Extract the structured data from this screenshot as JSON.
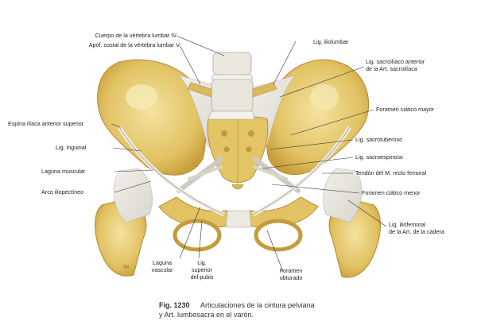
{
  "labels": {
    "vertebra_body": "Cuerpo de la vértebra lumbar IV",
    "costal_process": "Apóf. costal de la vértebra lumbar V",
    "iliolumbar": "Lig. iliolumbar",
    "sacroiliac_1": "Lig. sacroilíaco anterior",
    "sacroiliac_2": "de la Art. sacroilíaca",
    "foramen_major": "Foramen ciático mayor",
    "spina_iliaca": "Espina ilíaca anterior superior",
    "inguinal": "Lig. inguinal",
    "sacrotuberous": "Lig. sacrotuberoso",
    "sacrospinous": "Lig. sacroespinoso",
    "laguna_muscular": "Laguna muscular",
    "rectus_tendon": "Tendón del M. recto femoral",
    "arco": "Arco iliopectíneo",
    "foramen_minor": "Foramen ciático menor",
    "iliofemoral_1": "Lig. iliofemoral",
    "iliofemoral_2": "de la Art. de la cadera",
    "laguna_vascular_1": "Laguna",
    "laguna_vascular_2": "vascular",
    "pubic_1": "Lig.",
    "pubic_2": "superior",
    "pubic_3": "del pubis",
    "obturator_1": "Foramen",
    "obturator_2": "obturado",
    "signature": "SK"
  },
  "caption": {
    "number": "Fig. 1230",
    "line1": "Articulaciones de la cintura pelviana",
    "line2": "y Art. lumbosacra en el varón."
  },
  "colors": {
    "bone": "#e4c66a",
    "bone_light": "#f1dc93",
    "bone_shadow": "#c9a544",
    "ligament": "#e8e6df",
    "ligament_line": "#b9b6ad"
  }
}
